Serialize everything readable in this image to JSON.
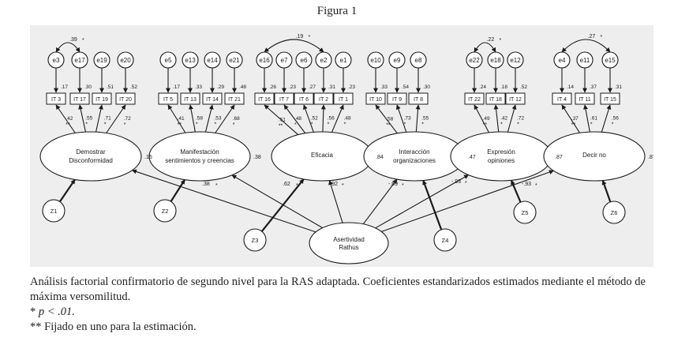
{
  "figure_title": "Figura 1",
  "caption": {
    "main": "Análisis factorial confirmatorio de segundo nivel para la RAS adaptada. Coeficientes estandarizados estimados mediante el método de máxima versomilitud.",
    "note_p_prefix": "* ",
    "note_p_text": "p < .01.",
    "note_fixed": "** Fijado en uno para la estimación."
  },
  "star": "*",
  "double_star": "**",
  "second_order": {
    "label_1": "Asertividad",
    "label_2": "Rathus"
  },
  "factors": [
    {
      "label_1": "Demostrar",
      "label_2": "Disconformidad",
      "r2": ".15",
      "loading": ".38",
      "star": "*",
      "disturbance": "Z1",
      "items": [
        {
          "it": "IT 3",
          "e": "e3",
          "r2": ".17",
          "load": ".42",
          "mark": "**"
        },
        {
          "it": "IT 17",
          "e": "e17",
          "r2": ".30",
          "load": ".55",
          "mark": "*"
        },
        {
          "it": "IT 19",
          "e": "e19",
          "r2": ".51",
          "load": ".71",
          "mark": "*"
        },
        {
          "it": "IT 20",
          "e": "e20",
          "r2": ".52",
          "load": ".72",
          "mark": "*"
        }
      ],
      "cov": ".39",
      "cov_star": "*"
    },
    {
      "label_1": "Manifestación",
      "label_2": "sentimientos y creencias",
      "r2": ".38",
      "loading": ".62",
      "star": "*",
      "disturbance": "Z2",
      "items": [
        {
          "it": "IT 5",
          "e": "e5",
          "r2": ".17",
          "load": ".41",
          "mark": "**"
        },
        {
          "it": "IT 13",
          "e": "e13",
          "r2": ".33",
          "load": ".58",
          "mark": "*"
        },
        {
          "it": "IT 14",
          "e": "e14",
          "r2": ".29",
          "load": ".53",
          "mark": "*"
        },
        {
          "it": "IT 21",
          "e": "e21",
          "r2": ".48",
          "load": ".68",
          "mark": "*"
        }
      ]
    },
    {
      "label_1": "Eficacia",
      "label_2": "",
      "r2": ".84",
      "loading": "-.92",
      "star": "*",
      "disturbance": "Z3",
      "items": [
        {
          "it": "IT 16",
          "e": "e16",
          "r2": ".26",
          "load": ".51",
          "mark": "**"
        },
        {
          "it": "IT 7",
          "e": "e7",
          "r2": ".23",
          "load": ".48",
          "mark": "*"
        },
        {
          "it": "IT 6",
          "e": "e6",
          "r2": ".27",
          "load": ".52",
          "mark": "*"
        },
        {
          "it": "IT 2",
          "e": "e2",
          "r2": ".31",
          "load": ".56",
          "mark": "*"
        },
        {
          "it": "IT 1",
          "e": "e1",
          "r2": ".23",
          "load": ".48",
          "mark": "*"
        }
      ],
      "cov": ".19",
      "cov_star": "*"
    },
    {
      "label_1": "Interacción",
      "label_2": "organizaciones",
      "r2": ".47",
      "loading": "-.69",
      "star": "*",
      "disturbance": "Z4",
      "items": [
        {
          "it": "IT 10",
          "e": "e10",
          "r2": ".33",
          "load": ".58",
          "mark": "**"
        },
        {
          "it": "IT 9",
          "e": "e9",
          "r2": ".54",
          "load": ".73",
          "mark": "*"
        },
        {
          "it": "IT 8",
          "e": "e8",
          "r2": ".30",
          "load": ".55",
          "mark": "*"
        }
      ]
    },
    {
      "label_1": "Expresión",
      "label_2": "opiniones",
      "r2": ".87",
      "loading": "-.93",
      "star": "*",
      "disturbance": "Z5",
      "items": [
        {
          "it": "IT 22",
          "e": "e22",
          "r2": ".24",
          "load": ".49",
          "mark": "**"
        },
        {
          "it": "IT 18",
          "e": "e18",
          "r2": ".18",
          "load": ".42",
          "mark": "*"
        },
        {
          "it": "IT 12",
          "e": "e12",
          "r2": ".52",
          "load": ".72",
          "mark": "*"
        }
      ],
      "cov": ".22",
      "cov_star": "*"
    },
    {
      "label_1": "Decir no",
      "label_2": "",
      "r2": ".87",
      "loading": "-.93",
      "star": "*",
      "disturbance": "Z6",
      "items": [
        {
          "it": "IT 4",
          "e": "e4",
          "r2": ".14",
          "load": ".37",
          "mark": "**"
        },
        {
          "it": "IT 11",
          "e": "e11",
          "r2": ".37",
          "load": ".61",
          "mark": "*"
        },
        {
          "it": "IT 15",
          "e": "e15",
          "r2": ".31",
          "load": ".56",
          "mark": "*"
        }
      ],
      "cov": ".27",
      "cov_star": "*"
    }
  ]
}
